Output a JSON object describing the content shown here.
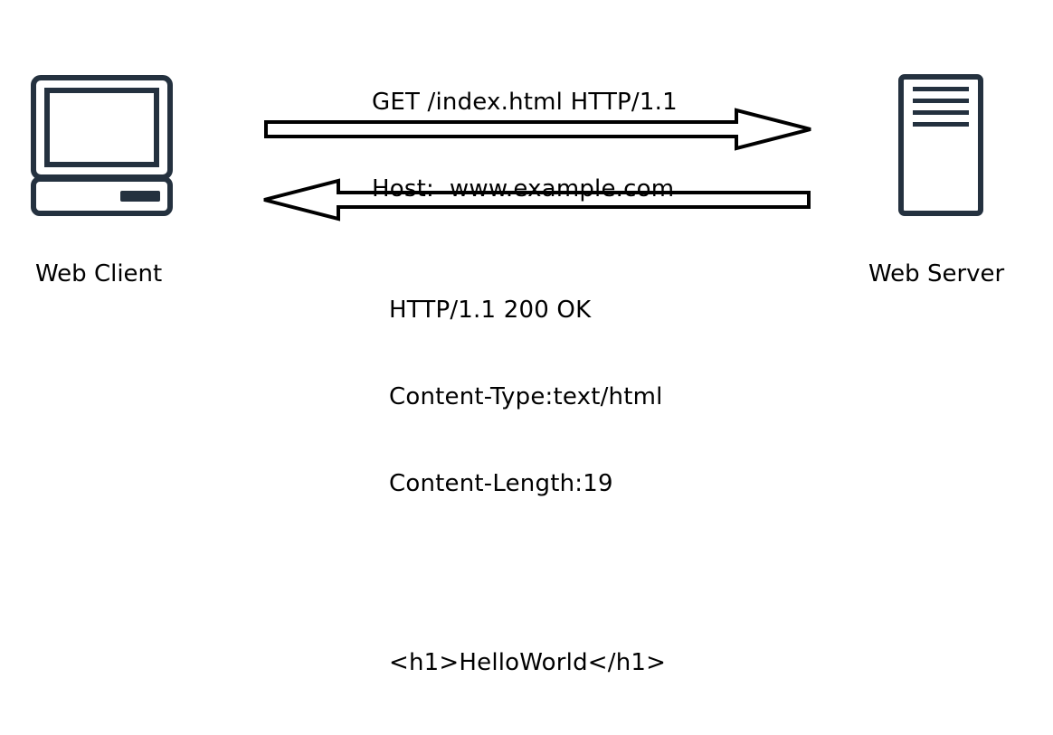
{
  "client": {
    "label": "Web Client",
    "icon": "computer-icon"
  },
  "server": {
    "label": "Web Server",
    "icon": "server-icon"
  },
  "request": {
    "lines": [
      "GET /index.html HTTP/1.1",
      "Host:  www.example.com"
    ],
    "direction": "client-to-server"
  },
  "response": {
    "lines": [
      "HTTP/1.1 200 OK",
      "Content-Type:text/html",
      "Content-Length:19"
    ],
    "body": "<h1>HelloWorld</h1>",
    "direction": "server-to-client"
  },
  "colors": {
    "icon_stroke": "#24313f",
    "arrow_stroke": "#000000",
    "background": "#ffffff"
  }
}
